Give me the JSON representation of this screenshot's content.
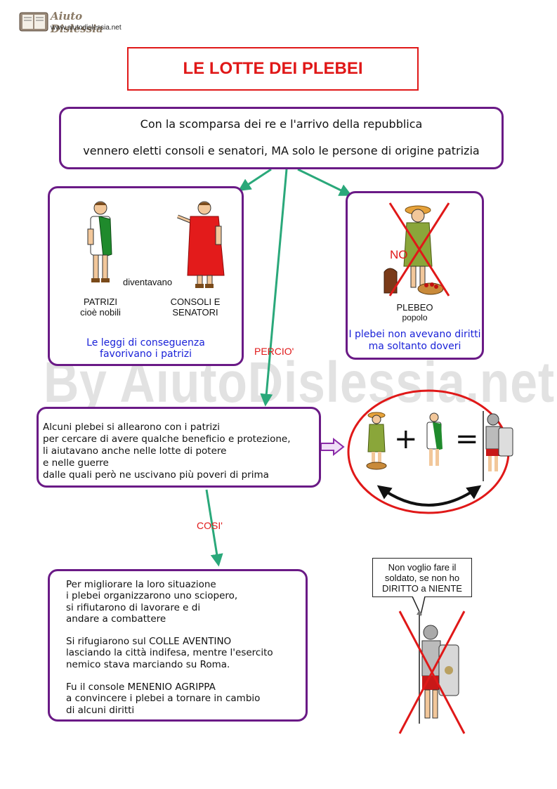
{
  "logo": {
    "title": "Aiuto Dislessia",
    "url": "www.aiutodislessia.net"
  },
  "title": "LE LOTTE DEI PLEBEI",
  "intro": {
    "line1": "Con la scomparsa dei re e l'arrivo della repubblica",
    "line2": "vennero eletti consoli e senatori, MA solo le persone di origine patrizia"
  },
  "left_box": {
    "patrizi_label": "PATRIZI",
    "patrizi_sub": "cioè nobili",
    "verb": "diventavano",
    "consoli_label": "CONSOLI E",
    "consoli_label2": "SENATORI",
    "note1": "Le leggi di conseguenza",
    "note2": "favorivano i patrizi"
  },
  "right_box": {
    "no_mark": "NO",
    "plebeo_label": "PLEBEO",
    "plebeo_sub": "popolo",
    "note1": "I plebei non avevano diritti",
    "note2": "ma soltanto doveri"
  },
  "perciò_label": "PERCIO'",
  "watermark": "By AiutoDislessia.net",
  "alliance_box": {
    "lines": [
      "Alcuni plebei si allearono con i patrizi",
      "per cercare di avere qualche beneficio e protezione,",
      "li aiutavano anche nelle lotte di potere",
      "e nelle guerre",
      "dalle quali però ne uscivano più poveri di prima"
    ]
  },
  "equation": {
    "plus": "+",
    "equals": "="
  },
  "cosi_label": "COSI'",
  "strike_box": {
    "lines": [
      "Per migliorare la loro situazione",
      "i plebei organizzarono uno sciopero,",
      "si rifiutarono di lavorare e di",
      "andare a combattere",
      "",
      "Si rifugiarono sul COLLE AVENTINO",
      "lasciando la città indifesa, mentre l'esercito",
      "nemico stava marciando su Roma.",
      "",
      "Fu il console MENENIO AGRIPPA",
      "a convincere i plebei a tornare in cambio",
      "di alcuni diritti"
    ]
  },
  "speech_bubble": {
    "line1": "Non voglio fare il",
    "line2": "soldato, se non ho",
    "line3": "DIRITTO a NIENTE"
  },
  "colors": {
    "box_border": "#6a1a86",
    "arrow": "#2aa87a",
    "red": "#e01818",
    "blue": "#1a22d8",
    "toga": "#e31b1b",
    "tunic_green": "#1f8a2c"
  }
}
